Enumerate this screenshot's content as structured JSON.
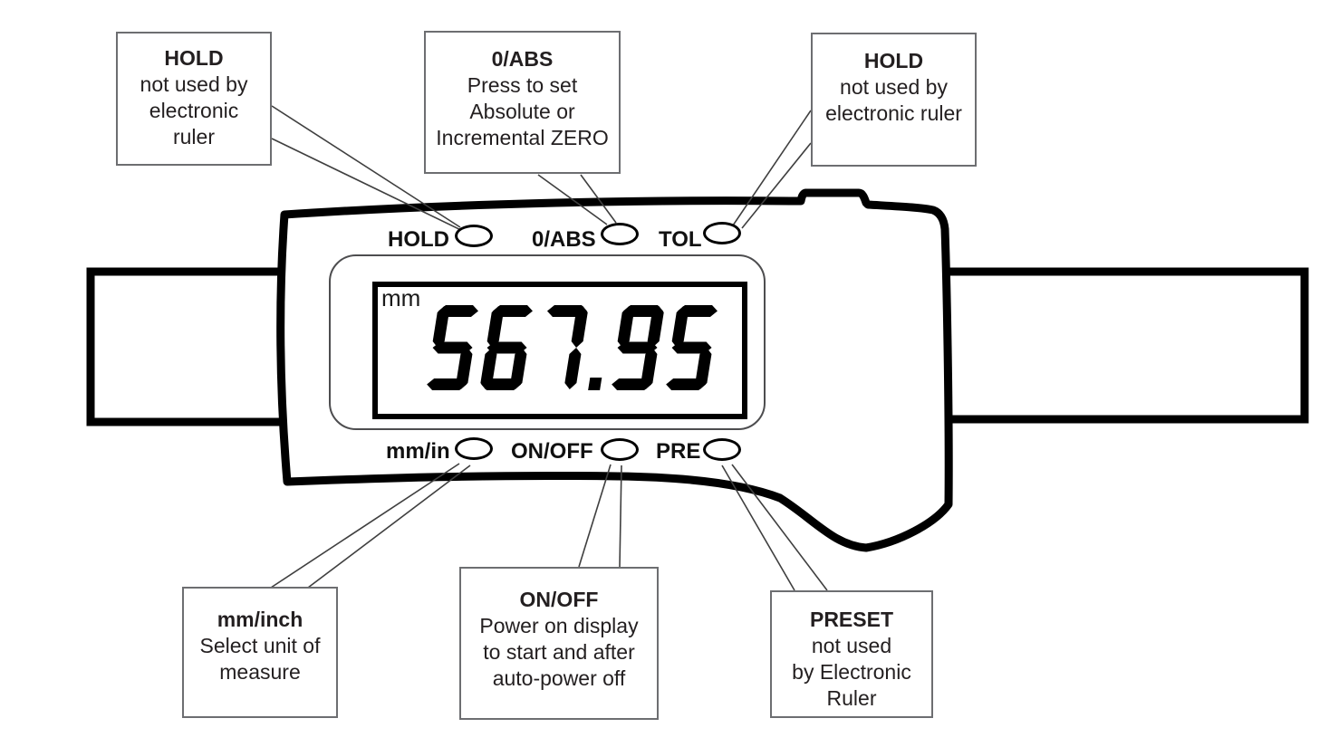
{
  "callouts": {
    "hold_left": {
      "title": "HOLD",
      "body": "not used by\nelectronic\nruler"
    },
    "zero_abs": {
      "title": "0/ABS",
      "body": "Press to set\nAbsolute or\nIncremental ZERO"
    },
    "hold_right": {
      "title": "HOLD",
      "body": "not used by\nelectronic ruler"
    },
    "mm_inch": {
      "title": "mm/inch",
      "body": "Select unit of\nmeasure"
    },
    "on_off": {
      "title": "ON/OFF",
      "body": "Power on display\nto start and after\nauto-power off"
    },
    "preset": {
      "title": "PRESET",
      "body": "not used\nby Electronic\nRuler"
    }
  },
  "device": {
    "top_buttons": [
      {
        "label": "HOLD"
      },
      {
        "label": "0/ABS"
      },
      {
        "label": "TOL"
      }
    ],
    "bottom_buttons": [
      {
        "label": "mm/in"
      },
      {
        "label": "ON/OFF"
      },
      {
        "label": "PRE"
      }
    ],
    "display": {
      "unit": "mm",
      "value": "567.95"
    }
  },
  "colors": {
    "ink": "#000000",
    "box_border": "#6d6e71",
    "connector_line": "#3f3f3f",
    "text": "#231f20"
  }
}
